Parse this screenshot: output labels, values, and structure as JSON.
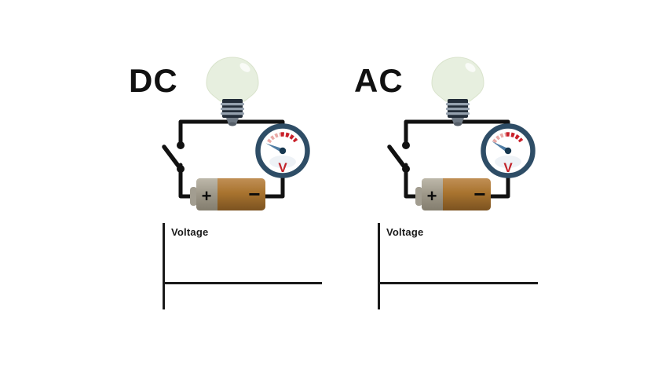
{
  "background_color": "#ffffff",
  "colors": {
    "wire": "#111111",
    "label_text": "#111111",
    "meter_ring": "#2e4d66",
    "meter_needle": "#4f7da4",
    "meter_pivot": "#16374f",
    "meter_unit_text": "#c2232a",
    "meter_scale_low": "#e9a9a6",
    "meter_scale_high": "#c9202a",
    "battery_cap_gray": "#9d9788",
    "battery_body_brown": "#a9742f",
    "bulb_glass_green": "#e7efdf",
    "bulb_base_dark": "#232d39",
    "graph_axis": "#1a1a1a"
  },
  "icons": {
    "bulb": "light-bulb-icon",
    "switch": "open-switch-icon",
    "battery": "battery-icon",
    "meter": "voltmeter-gauge-icon"
  },
  "circuits": [
    {
      "label": "DC",
      "components": {
        "battery": {
          "positive_label": "+",
          "negative_label": "−"
        },
        "meter": {
          "unit_label": "V"
        }
      },
      "graph": {
        "ylabel": "Voltage"
      }
    },
    {
      "label": "AC",
      "components": {
        "battery": {
          "positive_label": "+",
          "negative_label": "−"
        },
        "meter": {
          "unit_label": "V"
        }
      },
      "graph": {
        "ylabel": "Voltage"
      }
    }
  ]
}
